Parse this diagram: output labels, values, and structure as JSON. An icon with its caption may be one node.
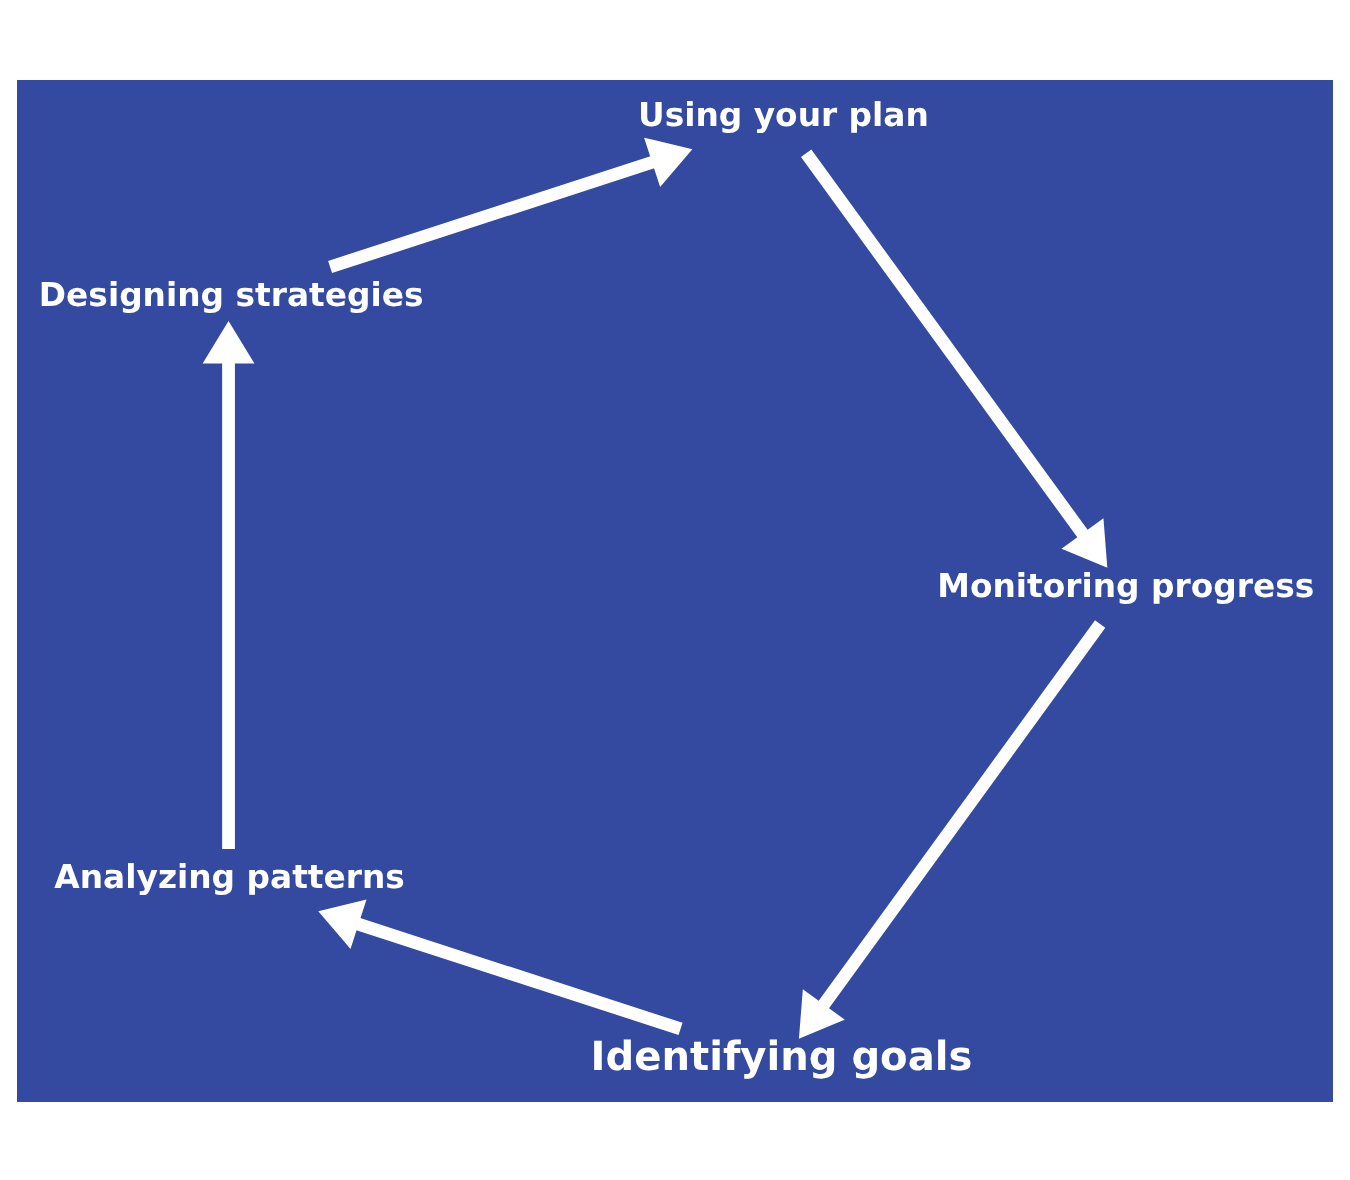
{
  "diagram": {
    "nodes": [
      {
        "text": [
          "Identifying goals"
        ]
      },
      {
        "text": [
          "Analyzing patterns"
        ]
      },
      {
        "text": [
          "Designing strategies"
        ]
      },
      {
        "text": [
          "Using your plan"
        ]
      },
      {
        "text": [
          "Monitoring progress"
        ]
      }
    ],
    "edges": [
      {
        "from": 0,
        "to": 1,
        "arrow": "to"
      },
      {
        "from": 1,
        "to": 2,
        "arrow": "to"
      },
      {
        "from": 2,
        "to": 3,
        "arrow": "to"
      },
      {
        "from": 3,
        "to": 4,
        "arrow": "to"
      },
      {
        "from": 4,
        "to": 0,
        "arrow": "to"
      }
    ]
  }
}
